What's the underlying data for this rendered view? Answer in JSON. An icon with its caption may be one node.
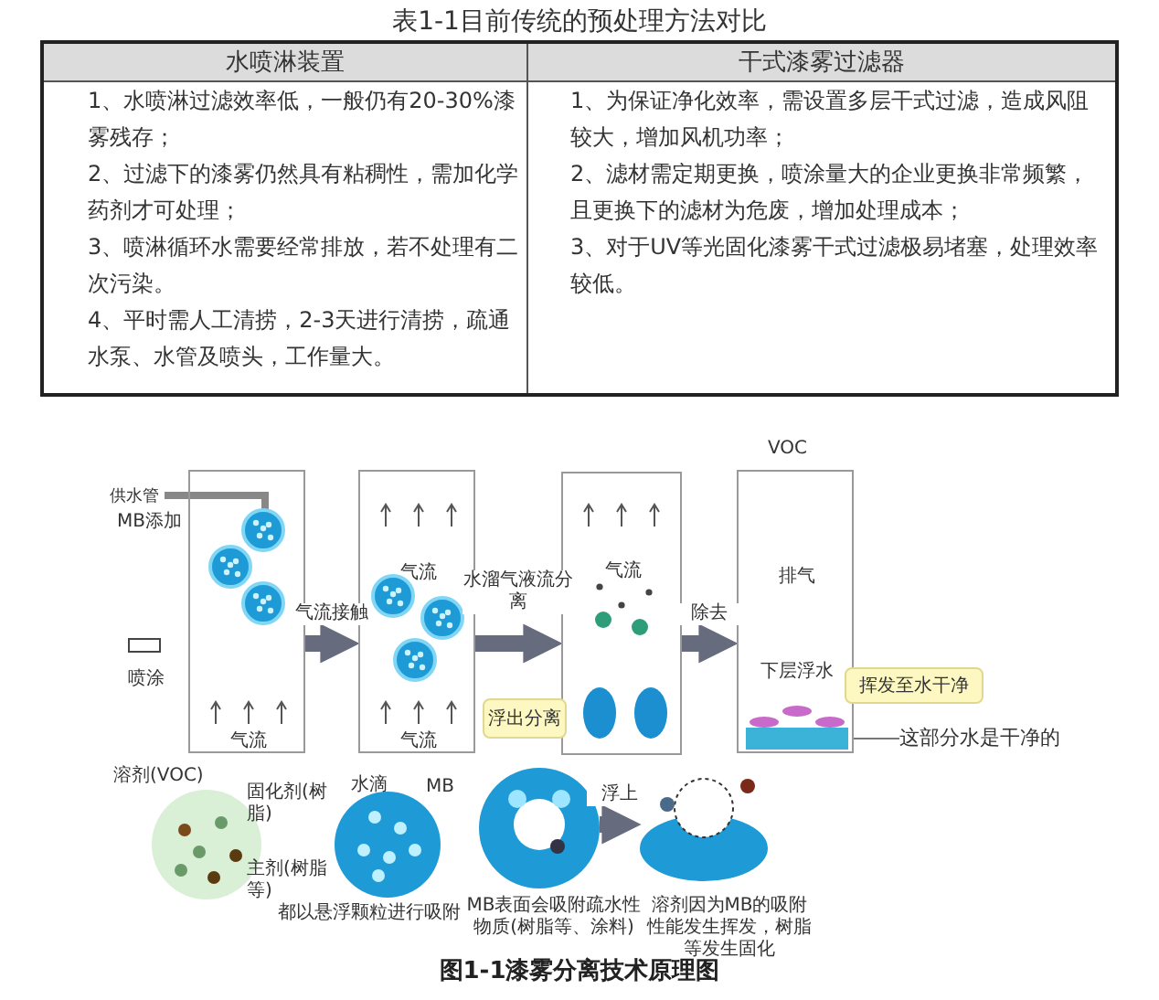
{
  "diagram": {
    "title": "表1-1目前传统的预处理方法对比",
    "caption": "图1-1漆雾分离技术原理图",
    "nodes": [
      {
        "text": [],
        "shape": "bar",
        "beside": [
          "喷涂"
        ]
      },
      {
        "text": [
          "气流"
        ],
        "beside": [
          "MB添加"
        ]
      },
      {
        "text": [
          "气流",
          "气流"
        ]
      },
      {
        "text": [
          "气流"
        ]
      },
      {
        "text": [
          "浮出分离"
        ]
      },
      {
        "text": [
          "排气",
          "下层浮水"
        ],
        "beside": [
          "VOC"
        ]
      },
      {
        "text": [
          "挥发至水干净"
        ]
      },
      {
        "text": [
          "这部分水是干净的"
        ]
      },
      {
        "text": [],
        "shape": "circle",
        "beside": [
          "溶剂(VOC)",
          "固化剂(树脂)",
          "主剂(树脂等)"
        ]
      },
      {
        "text": [],
        "shape": "circle",
        "beside": [
          "水滴",
          "MB",
          "都以悬浮颗粒进行吸附"
        ]
      },
      {
        "text": [],
        "shape": "circle",
        "beside": [
          "MB表面会吸附疏水性物质(树脂等、涂料)"
        ]
      },
      {
        "text": [],
        "shape": "ellipse",
        "beside": [
          "溶剂因为MB的吸附性能发生挥发，树脂等发生固化"
        ]
      }
    ],
    "edges": [
      {
        "from": 1,
        "to": 2,
        "arrow": "to",
        "label": "气流接触"
      },
      {
        "from": 2,
        "to": 3,
        "arrow": "to",
        "label": "水溜气液流分离"
      },
      {
        "from": 3,
        "to": 5,
        "arrow": "to",
        "label": "除去"
      },
      {
        "from": 7,
        "to": 5,
        "arrow": "none"
      },
      {
        "from": 10,
        "to": 11,
        "arrow": "to",
        "label": "浮上"
      }
    ],
    "labels": [
      "水喷淋装置",
      "干式漆雾过滤器",
      "1、水喷淋过滤效率低，一般仍有20-30%漆雾残存；",
      "2、过滤下的漆雾仍然具有粘稠性，需加化学药剂才可处理；",
      "3、喷淋循环水需要经常排放，若不处理有二次污染。",
      "4、平时需人工清捞，2-3天进行清捞，疏通水泵、水管及喷头，工作量大。",
      "1、为保证净化效率，需设置多层干式过滤，造成风阻较大，增加风机功率；",
      "2、滤材需定期更换，喷涂量大的企业更换非常频繁，且更换下的滤材为危废，增加处理成本；",
      "3、对于UV等光固化漆雾干式过滤极易堵塞，处理效率较低。",
      "供水管"
    ]
  }
}
